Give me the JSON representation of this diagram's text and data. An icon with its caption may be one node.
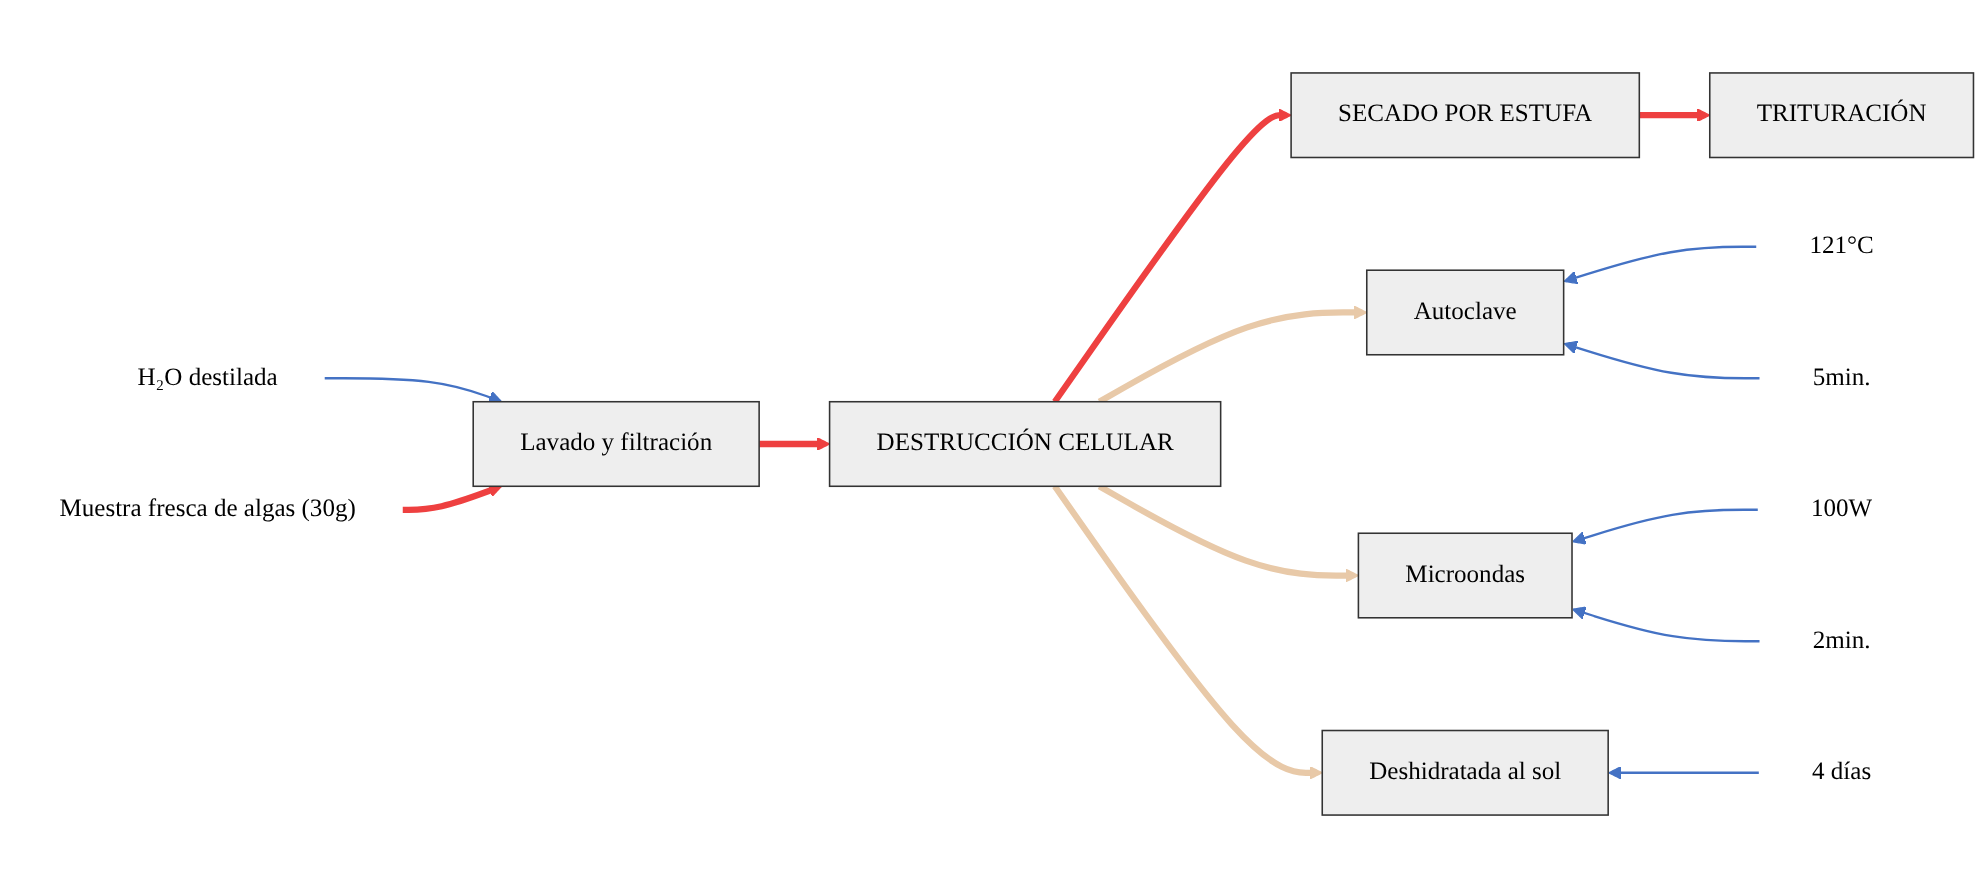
{
  "diagram": {
    "nodes": [
      {
        "text": [
          "H₂O destilada"
        ]
      },
      {
        "text": [
          "Muestra fresca de algas (30g)"
        ]
      },
      {
        "text": [
          "Lavado y filtración"
        ]
      },
      {
        "text": [
          "DESTRUCCIÓN CELULAR"
        ]
      },
      {
        "text": [
          "SECADO POR ESTUFA"
        ]
      },
      {
        "text": [
          "Autoclave"
        ]
      },
      {
        "text": [
          "Microondas"
        ]
      },
      {
        "text": [
          "Deshidratada al sol"
        ]
      },
      {
        "text": [
          "121°C"
        ]
      },
      {
        "text": [
          "5min."
        ]
      },
      {
        "text": [
          "100W"
        ]
      },
      {
        "text": [
          "2min."
        ]
      },
      {
        "text": [
          "4 días"
        ]
      },
      {
        "text": [
          "TRITURACIÓN"
        ]
      }
    ],
    "edges": [
      {
        "from": 0,
        "to": 2,
        "arrow": "to",
        "color": "#4472c4"
      },
      {
        "from": 1,
        "to": 2,
        "arrow": "to",
        "color": "#ee4040"
      },
      {
        "from": 2,
        "to": 3,
        "arrow": "to",
        "color": "#ee4040"
      },
      {
        "from": 3,
        "to": 4,
        "arrow": "to",
        "color": "#ee4040"
      },
      {
        "from": 3,
        "to": 5,
        "arrow": "to",
        "color": "#e8c9a8"
      },
      {
        "from": 3,
        "to": 6,
        "arrow": "to",
        "color": "#e8c9a8"
      },
      {
        "from": 3,
        "to": 7,
        "arrow": "to",
        "color": "#e8c9a8"
      },
      {
        "from": 8,
        "to": 5,
        "arrow": "to",
        "color": "#4472c4"
      },
      {
        "from": 9,
        "to": 5,
        "arrow": "to",
        "color": "#4472c4"
      },
      {
        "from": 10,
        "to": 6,
        "arrow": "to",
        "color": "#4472c4"
      },
      {
        "from": 11,
        "to": 6,
        "arrow": "to",
        "color": "#4472c4"
      },
      {
        "from": 12,
        "to": 7,
        "arrow": "to",
        "color": "#4472c4"
      },
      {
        "from": 4,
        "to": 13,
        "arrow": "to",
        "color": "#ee4040"
      }
    ]
  }
}
